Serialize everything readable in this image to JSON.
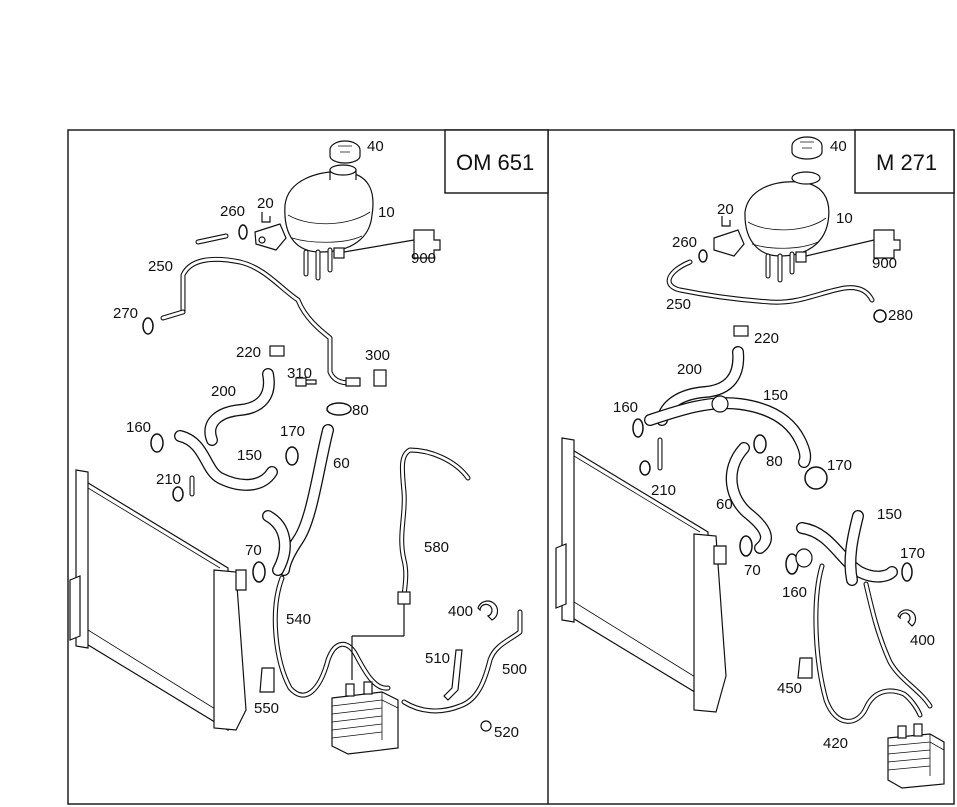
{
  "panels": [
    {
      "engine": "OM 651",
      "labels": [
        "40",
        "20",
        "260",
        "10",
        "900",
        "250",
        "270",
        "220",
        "300",
        "310",
        "200",
        "80",
        "170",
        "160",
        "150",
        "60",
        "210",
        "580",
        "70",
        "540",
        "400",
        "510",
        "500",
        "550",
        "520"
      ]
    },
    {
      "engine": "M 271",
      "labels": [
        "40",
        "20",
        "10",
        "260",
        "900",
        "250",
        "280",
        "220",
        "200",
        "150",
        "160",
        "80",
        "170",
        "210",
        "60",
        "150",
        "70",
        "170",
        "160",
        "400",
        "450",
        "420"
      ]
    }
  ]
}
